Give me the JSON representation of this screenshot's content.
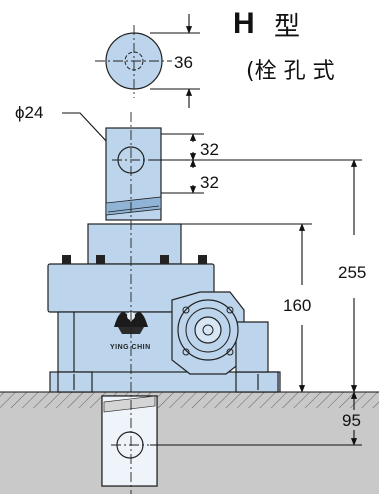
{
  "title": {
    "type_letter": "H",
    "type_char": "型",
    "subtitle": "(栓 孔 式"
  },
  "dimensions": {
    "pin_diameter": "36",
    "bore_label": "ϕ24",
    "upper_offset_a": "32",
    "upper_offset_b": "32",
    "total_height": "255",
    "body_height": "160",
    "lower_depth": "95"
  },
  "brand": {
    "text": "YING CHIN"
  },
  "colors": {
    "part_fill": "#bcd5ec",
    "ground_fill": "#c9c9c9",
    "line": "#111111"
  }
}
